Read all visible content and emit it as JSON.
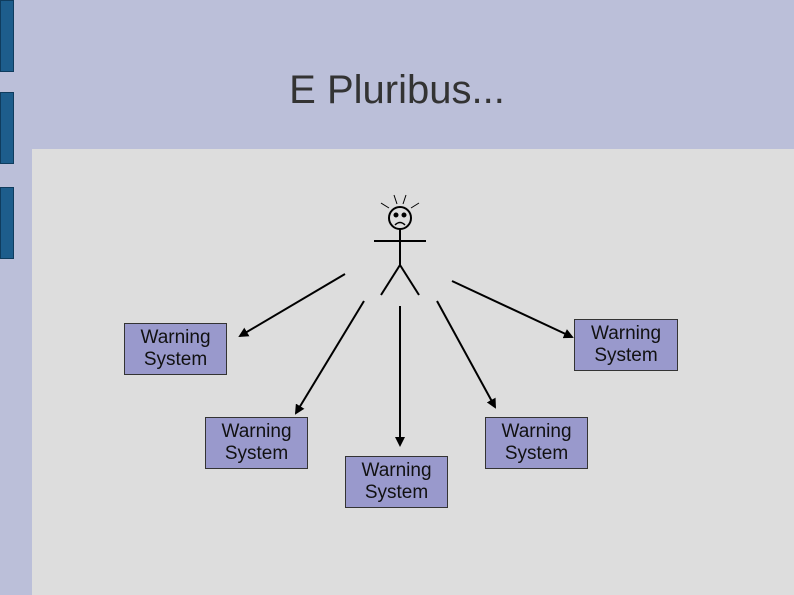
{
  "slide": {
    "title": "E Pluribus..."
  },
  "diagram": {
    "warning_boxes": [
      {
        "label": "Warning\nSystem"
      },
      {
        "label": "Warning\nSystem"
      },
      {
        "label": "Warning\nSystem"
      },
      {
        "label": "Warning\nSystem"
      },
      {
        "label": "Warning\nSystem"
      }
    ]
  }
}
